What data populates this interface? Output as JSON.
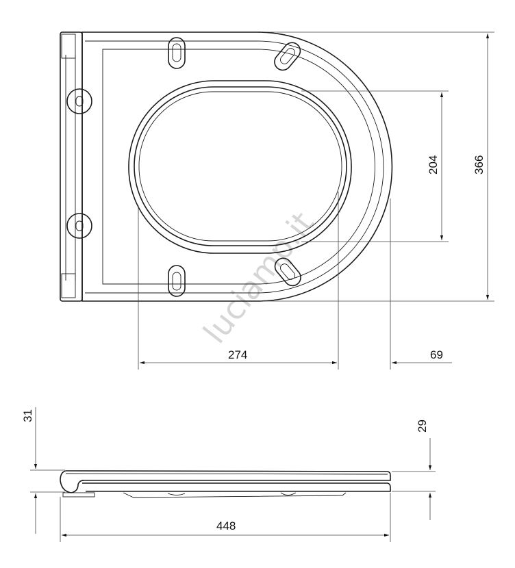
{
  "watermark": "luciamp.it",
  "top_view": {
    "dimensions": {
      "overall_depth": "366",
      "opening_depth": "204",
      "opening_length": "274",
      "front_rim": "69"
    }
  },
  "side_view": {
    "dimensions": {
      "overall_height": "31",
      "front_height": "29",
      "overall_length": "448"
    }
  }
}
